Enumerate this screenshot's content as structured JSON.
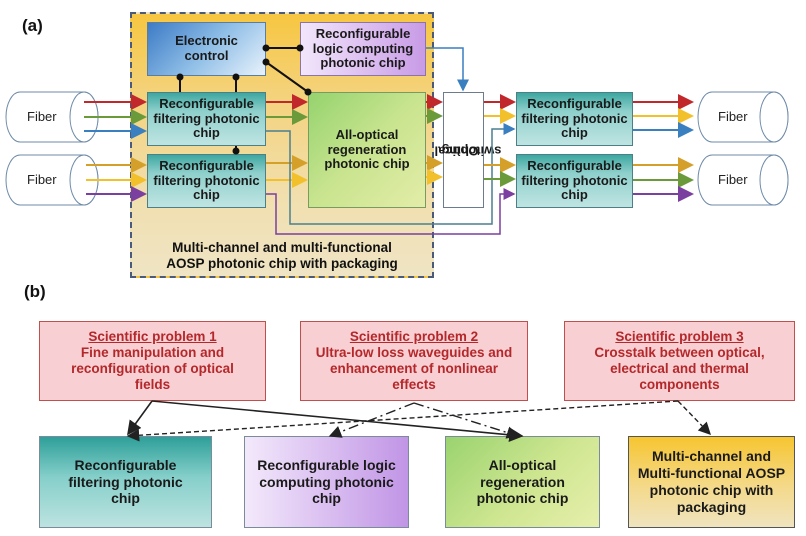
{
  "panel_a": {
    "label": "(a)",
    "package_label_line1": "Multi-channel and multi-functional",
    "package_label_line2": "AOSP photonic chip with packaging",
    "electronic_control": "Electronic control",
    "logic_chip": "Reconfigurable logic computing photonic chip",
    "filter_chip": "Reconfigurable filtering photonic chip",
    "regen_chip": "All-optical regeneration photonic chip",
    "optical_switching_line1": "Optical",
    "optical_switching_line2": "switching",
    "fiber": "Fiber",
    "channel_colors": {
      "red": "#c0282b",
      "green": "#6a9a3a",
      "blue": "#3a7fc0",
      "orange": "#d4a02a",
      "yellow": "#f2c02a",
      "purple": "#7b3fa0"
    }
  },
  "panel_b": {
    "label": "(b)",
    "problems": [
      {
        "title": "Scientific problem 1",
        "text": "Fine manipulation and reconfiguration of optical fields"
      },
      {
        "title": "Scientific problem 2",
        "text": "Ultra-low loss waveguides and enhancement of nonlinear effects"
      },
      {
        "title": "Scientific problem 3",
        "text": "Crosstalk between optical, electrical and thermal components"
      }
    ],
    "outcomes": [
      {
        "text": "Reconfigurable filtering photonic chip"
      },
      {
        "text": "Reconfigurable logic computing photonic chip"
      },
      {
        "text": "All-optical regeneration photonic chip"
      },
      {
        "text": "Multi-channel and Multi-functional AOSP photonic chip with packaging"
      }
    ],
    "links": [
      {
        "from": "Scientific problem 1",
        "to": "Reconfigurable filtering photonic chip",
        "style": "solid"
      },
      {
        "from": "Scientific problem 1",
        "to": "All-optical regeneration photonic chip",
        "style": "solid"
      },
      {
        "from": "Scientific problem 2",
        "to": "Reconfigurable logic computing photonic chip",
        "style": "dash-dot"
      },
      {
        "from": "Scientific problem 2",
        "to": "All-optical regeneration photonic chip",
        "style": "dash-dot"
      },
      {
        "from": "Scientific problem 3",
        "to": "Reconfigurable filtering photonic chip",
        "style": "dashed"
      },
      {
        "from": "Scientific problem 3",
        "to": "Multi-channel and Multi-functional AOSP photonic chip with packaging",
        "style": "dashed"
      }
    ]
  }
}
